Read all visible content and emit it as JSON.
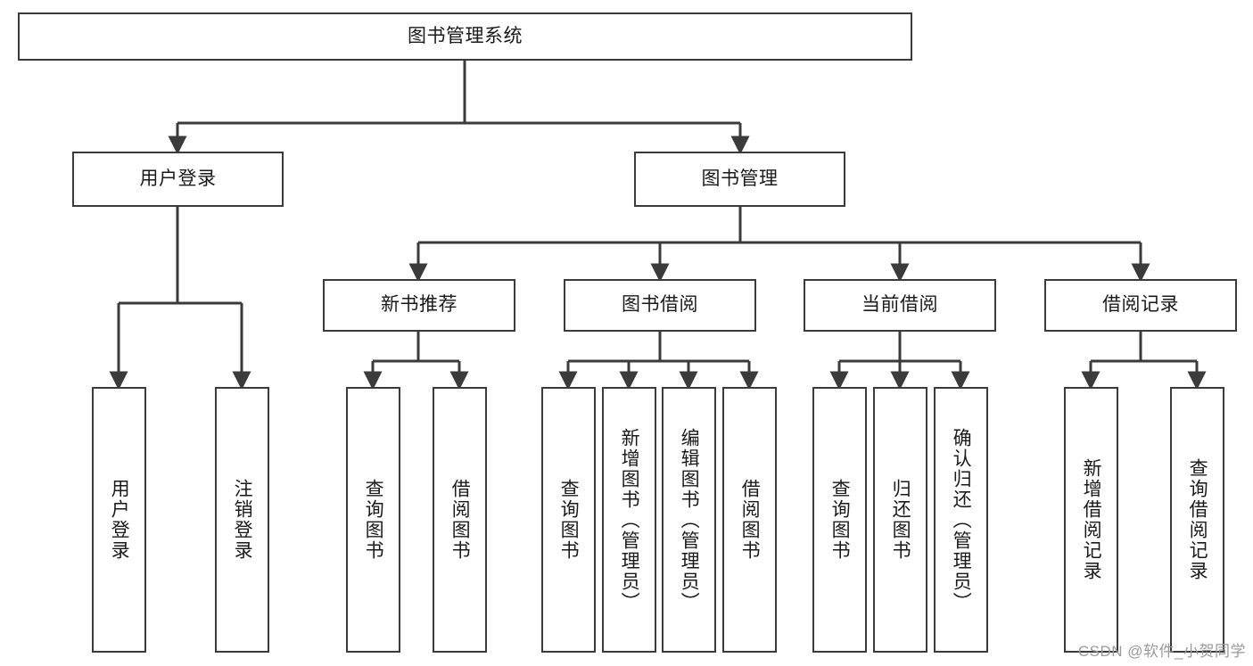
{
  "diagram": {
    "title": "图书管理系统",
    "watermark": "CSDN @软件_小贺同学",
    "colors": {
      "stroke": "#3b3b3b",
      "fill": "#ffffff",
      "text": "#1a1a1a",
      "watermark": "#9a9a9a"
    },
    "root": {
      "label": "图书管理系统"
    },
    "level2": [
      {
        "label": "用户登录"
      },
      {
        "label": "图书管理"
      }
    ],
    "level3": [
      {
        "label": "新书推荐"
      },
      {
        "label": "图书借阅"
      },
      {
        "label": "当前借阅"
      },
      {
        "label": "借阅记录"
      }
    ],
    "leaves": {
      "user_login": [
        {
          "label": "用户登录"
        },
        {
          "label": "注销登录"
        }
      ],
      "new_book_recommend": [
        {
          "label": "查询图书"
        },
        {
          "label": "借阅图书"
        }
      ],
      "book_borrow": [
        {
          "label": "查询图书"
        },
        {
          "label": "新增图书（管理员）"
        },
        {
          "label": "编辑图书（管理员）"
        },
        {
          "label": "借阅图书"
        }
      ],
      "current_borrow": [
        {
          "label": "查询图书"
        },
        {
          "label": "归还图书"
        },
        {
          "label": "确认归还（管理员）"
        }
      ],
      "borrow_record": [
        {
          "label": "新增借阅记录"
        },
        {
          "label": "查询借阅记录"
        }
      ]
    }
  }
}
